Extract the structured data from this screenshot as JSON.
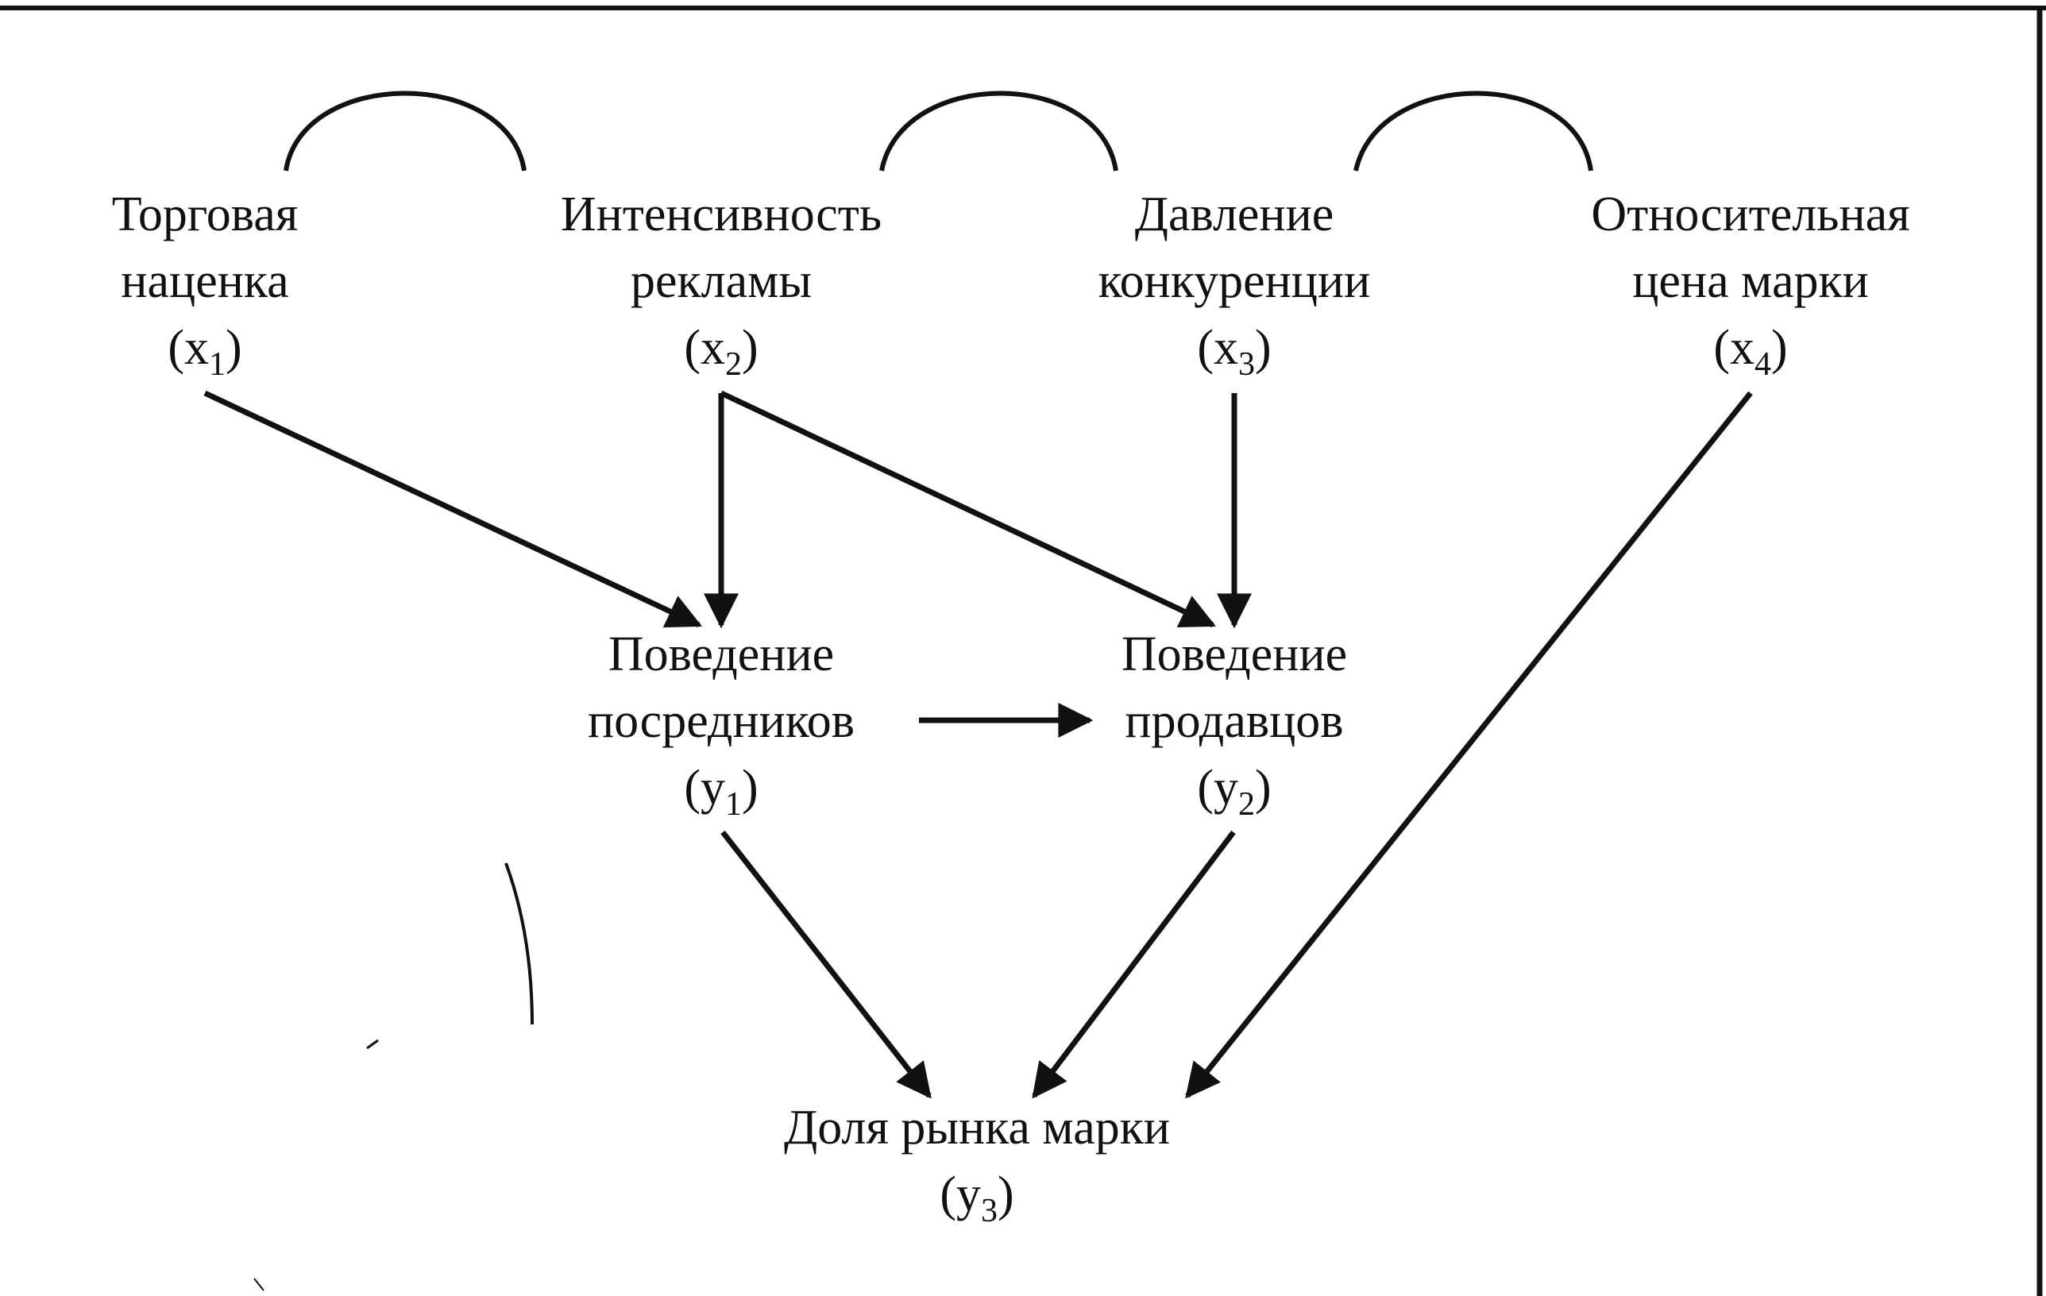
{
  "diagram": {
    "nodes": {
      "x1": {
        "lines": [
          "Торговая",
          "наценка"
        ],
        "symbol": "x",
        "index": "1"
      },
      "x2": {
        "lines": [
          "Интенсивность",
          "рекламы"
        ],
        "symbol": "x",
        "index": "2"
      },
      "x3": {
        "lines": [
          "Давление",
          "конкуренции"
        ],
        "symbol": "x",
        "index": "3"
      },
      "x4": {
        "lines": [
          "Относительная",
          "цена марки"
        ],
        "symbol": "x",
        "index": "4"
      },
      "y1": {
        "lines": [
          "Поведение",
          "посредников"
        ],
        "symbol": "y",
        "index": "1"
      },
      "y2": {
        "lines": [
          "Поведение",
          "продавцов"
        ],
        "symbol": "y",
        "index": "2"
      },
      "y3": {
        "lines": [
          "Доля рынка марки"
        ],
        "symbol": "y",
        "index": "3"
      }
    },
    "edges": [
      {
        "from": "x1",
        "to": "y1"
      },
      {
        "from": "x2",
        "to": "y1"
      },
      {
        "from": "x2",
        "to": "y2"
      },
      {
        "from": "x3",
        "to": "y2"
      },
      {
        "from": "y1",
        "to": "y2"
      },
      {
        "from": "y1",
        "to": "y3"
      },
      {
        "from": "y2",
        "to": "y3"
      },
      {
        "from": "x4",
        "to": "y3"
      }
    ],
    "correlations": [
      {
        "between": [
          "x1",
          "x2"
        ]
      },
      {
        "between": [
          "x2",
          "x3"
        ]
      },
      {
        "between": [
          "x3",
          "x4"
        ]
      }
    ],
    "colors": {
      "ink": "#111111",
      "background": "#ffffff"
    }
  }
}
